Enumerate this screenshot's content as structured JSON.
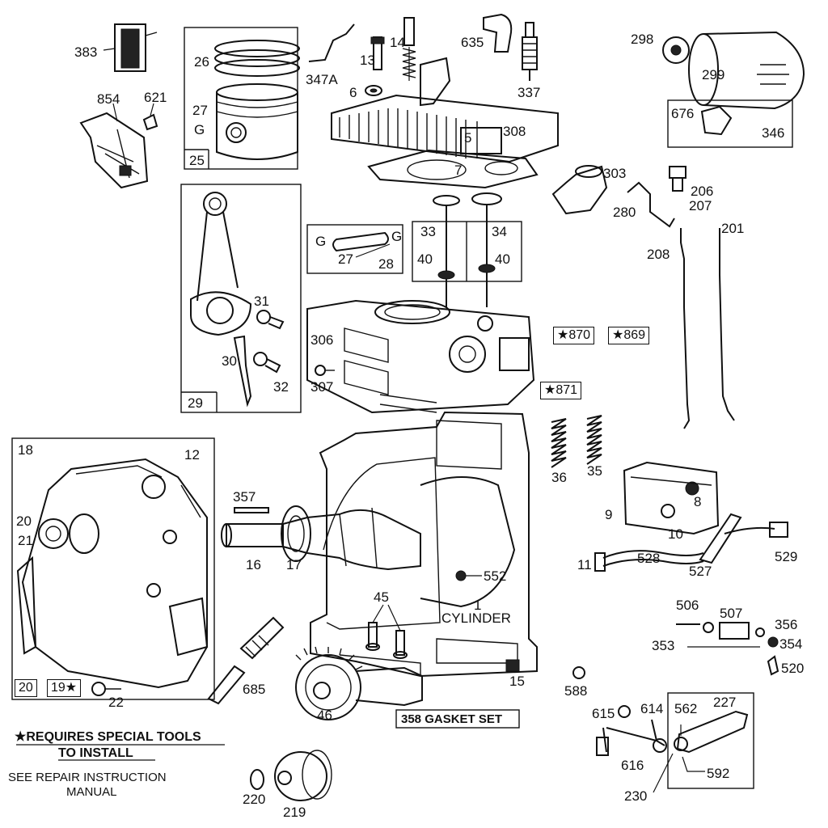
{
  "diagram": {
    "requires_note": "★REQUIRES SPECIAL TOOLS",
    "requires_note_2": "TO INSTALL",
    "see_manual": "SEE REPAIR INSTRUCTION",
    "see_manual_2": "MANUAL",
    "cylinder_label": "CYLINDER",
    "cylinder_num": "1",
    "gasket_set": "358 GASKET SET"
  },
  "labels": {
    "p383": "383",
    "p854": "854",
    "p621": "621",
    "p26": "26",
    "p27a": "27",
    "p27g": "G",
    "p25": "25",
    "p347a": "347A",
    "p13": "13",
    "p14": "14",
    "p6": "6",
    "p635": "635",
    "p337": "337",
    "p298": "298",
    "p299": "299",
    "p676": "676",
    "p346": "346",
    "p308": "308",
    "p5": "5",
    "p7": "7",
    "p303": "303",
    "p206": "206",
    "p207": "207",
    "p280": "280",
    "p208": "208",
    "p201": "201",
    "p29": "29",
    "p31": "31",
    "p30": "30",
    "p32": "32",
    "p27b": "27",
    "p28": "28",
    "p27bg1": "G",
    "p27bg2": "G",
    "p33": "33",
    "p34": "34",
    "p40a": "40",
    "p40b": "40",
    "p306": "306",
    "p307": "307",
    "p870": "★870",
    "p869": "★869",
    "p871": "★871",
    "p18": "18",
    "p12": "12",
    "p20a": "20",
    "p21": "21",
    "p20b": "20",
    "p19": "19★",
    "p22": "22",
    "p357": "357",
    "p16": "16",
    "p17": "17",
    "p552": "552",
    "p45": "45",
    "p15": "15",
    "p36": "36",
    "p35": "35",
    "p9": "9",
    "p8": "8",
    "p10": "10",
    "p11": "11",
    "p528": "528",
    "p527": "527",
    "p529": "529",
    "p506": "506",
    "p507": "507",
    "p356": "356",
    "p353": "353",
    "p354": "354",
    "p520": "520",
    "p685": "685",
    "p46": "46",
    "p588": "588",
    "p220": "220",
    "p219": "219",
    "p615": "615",
    "p614": "614",
    "p562": "562",
    "p227": "227",
    "p616": "616",
    "p592": "592",
    "p230": "230"
  }
}
